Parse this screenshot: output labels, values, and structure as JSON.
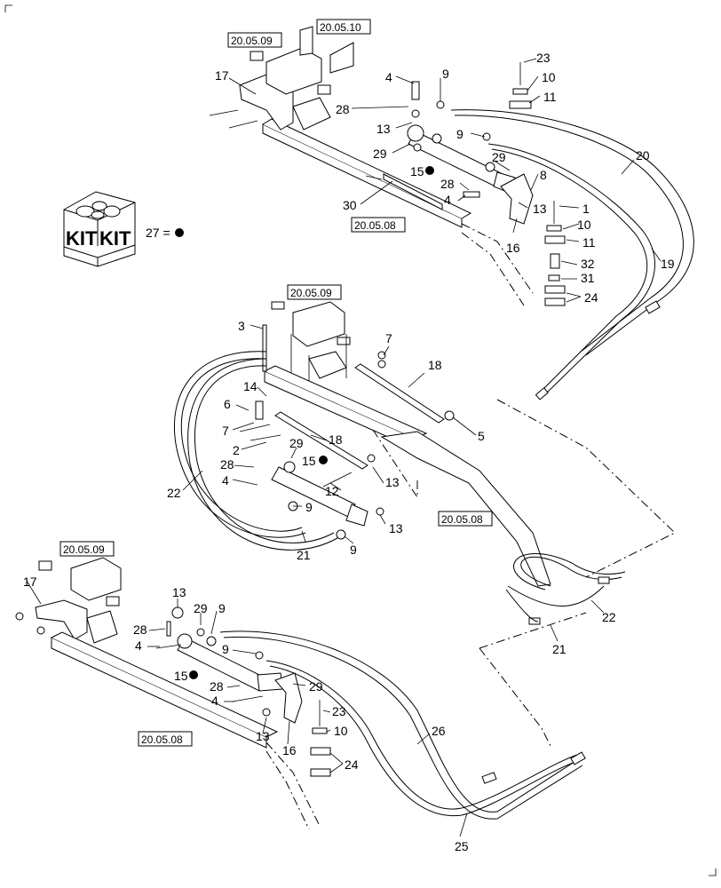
{
  "reference_boxes": [
    {
      "id": "ref-top-a",
      "text": "20.05.09"
    },
    {
      "id": "ref-top-b",
      "text": "20.05.10"
    },
    {
      "id": "ref-top-c",
      "text": "20.05.08"
    },
    {
      "id": "ref-mid-a",
      "text": "20.05.09"
    },
    {
      "id": "ref-mid-b",
      "text": "20.05.08"
    },
    {
      "id": "ref-bot-a",
      "text": "20.05.09"
    },
    {
      "id": "ref-bot-b",
      "text": "20.05.08"
    }
  ],
  "kit": {
    "label_1": "KIT",
    "label_2": "KIT",
    "legend_text": "27 ="
  },
  "callouts": [
    "17",
    "4",
    "28",
    "13",
    "9",
    "29",
    "15",
    "9",
    "29",
    "30",
    "28",
    "4",
    "8",
    "13",
    "16",
    "23",
    "10",
    "11",
    "1",
    "10",
    "11",
    "32",
    "31",
    "24",
    "20",
    "19",
    "3",
    "7",
    "14",
    "6",
    "7",
    "2",
    "18",
    "18",
    "5",
    "29",
    "28",
    "15",
    "4",
    "12",
    "13",
    "22",
    "9",
    "21",
    "9",
    "13",
    "17",
    "13",
    "29",
    "9",
    "28",
    "4",
    "9",
    "15",
    "28",
    "4",
    "29",
    "16",
    "13",
    "23",
    "10",
    "24",
    "26",
    "25",
    "22",
    "21"
  ]
}
